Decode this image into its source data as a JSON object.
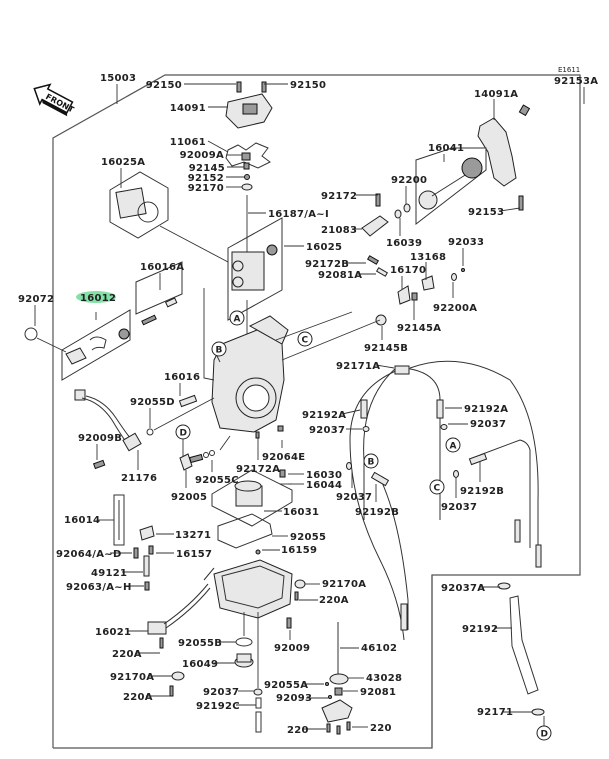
{
  "diagram": {
    "code": "E1611",
    "front_label": "FRONT",
    "assembly_label": "15003",
    "highlight_color": "#5bd68a",
    "highlighted_part": "16012",
    "callout_letters": [
      "A",
      "B",
      "C",
      "D"
    ],
    "parts": [
      {
        "id": "p92150a",
        "label": "92150"
      },
      {
        "id": "p92150b",
        "label": "92150"
      },
      {
        "id": "p14091",
        "label": "14091"
      },
      {
        "id": "p11061",
        "label": "11061"
      },
      {
        "id": "p92009A",
        "label": "92009A"
      },
      {
        "id": "p92145",
        "label": "92145"
      },
      {
        "id": "p92152",
        "label": "92152"
      },
      {
        "id": "p92170",
        "label": "92170"
      },
      {
        "id": "p16025A",
        "label": "16025A"
      },
      {
        "id": "p16187",
        "label": "16187/A~I"
      },
      {
        "id": "p16025",
        "label": "16025"
      },
      {
        "id": "p92153A",
        "label": "92153A"
      },
      {
        "id": "p14091A",
        "label": "14091A"
      },
      {
        "id": "p16041",
        "label": "16041"
      },
      {
        "id": "p92200",
        "label": "92200"
      },
      {
        "id": "p92172",
        "label": "92172"
      },
      {
        "id": "p92153",
        "label": "92153"
      },
      {
        "id": "p21083",
        "label": "21083"
      },
      {
        "id": "p16039",
        "label": "16039"
      },
      {
        "id": "p92033",
        "label": "92033"
      },
      {
        "id": "p92172B",
        "label": "92172B"
      },
      {
        "id": "p13168",
        "label": "13168"
      },
      {
        "id": "p16170",
        "label": "16170"
      },
      {
        "id": "p92081A",
        "label": "92081A"
      },
      {
        "id": "p92200A",
        "label": "92200A"
      },
      {
        "id": "p92145A",
        "label": "92145A"
      },
      {
        "id": "p92145B",
        "label": "92145B"
      },
      {
        "id": "p16016A",
        "label": "16016A"
      },
      {
        "id": "p92072",
        "label": "92072"
      },
      {
        "id": "p16012",
        "label": "16012"
      },
      {
        "id": "p92171A",
        "label": "92171A"
      },
      {
        "id": "p16016",
        "label": "16016"
      },
      {
        "id": "p92055D",
        "label": "92055D"
      },
      {
        "id": "p92192A_l",
        "label": "92192A"
      },
      {
        "id": "p92192A_r",
        "label": "92192A"
      },
      {
        "id": "p92037_a",
        "label": "92037"
      },
      {
        "id": "p92037_b",
        "label": "92037"
      },
      {
        "id": "p92009B",
        "label": "92009B"
      },
      {
        "id": "p92064E",
        "label": "92064E"
      },
      {
        "id": "p92172A",
        "label": "92172A"
      },
      {
        "id": "p16030",
        "label": "16030"
      },
      {
        "id": "p16044",
        "label": "16044"
      },
      {
        "id": "p21176",
        "label": "21176"
      },
      {
        "id": "p92055C",
        "label": "92055C"
      },
      {
        "id": "p92005",
        "label": "92005"
      },
      {
        "id": "p92037_c",
        "label": "92037"
      },
      {
        "id": "p92192B_m",
        "label": "92192B"
      },
      {
        "id": "p92192B_r",
        "label": "92192B"
      },
      {
        "id": "p92037_d",
        "label": "92037"
      },
      {
        "id": "p16014",
        "label": "16014"
      },
      {
        "id": "p16031",
        "label": "16031"
      },
      {
        "id": "p13271",
        "label": "13271"
      },
      {
        "id": "p92055",
        "label": "92055"
      },
      {
        "id": "p92064",
        "label": "92064/A~D"
      },
      {
        "id": "p16157",
        "label": "16157"
      },
      {
        "id": "p16159",
        "label": "16159"
      },
      {
        "id": "p49121",
        "label": "49121"
      },
      {
        "id": "p92063",
        "label": "92063/A~H"
      },
      {
        "id": "p92170A_r",
        "label": "92170A"
      },
      {
        "id": "p220A_r",
        "label": "220A"
      },
      {
        "id": "p92037A",
        "label": "92037A"
      },
      {
        "id": "p16021",
        "label": "16021"
      },
      {
        "id": "p92055B",
        "label": "92055B"
      },
      {
        "id": "p92009",
        "label": "92009"
      },
      {
        "id": "p46102",
        "label": "46102"
      },
      {
        "id": "p92192",
        "label": "92192"
      },
      {
        "id": "p220A_l1",
        "label": "220A"
      },
      {
        "id": "p16049",
        "label": "16049"
      },
      {
        "id": "p92170A_l",
        "label": "92170A"
      },
      {
        "id": "p92055A",
        "label": "92055A"
      },
      {
        "id": "p43028",
        "label": "43028"
      },
      {
        "id": "p220A_l2",
        "label": "220A"
      },
      {
        "id": "p92037_e",
        "label": "92037"
      },
      {
        "id": "p92081",
        "label": "92081"
      },
      {
        "id": "p92093",
        "label": "92093"
      },
      {
        "id": "p92192C",
        "label": "92192C"
      },
      {
        "id": "p92171",
        "label": "92171"
      },
      {
        "id": "p220_l",
        "label": "220"
      },
      {
        "id": "p220_r",
        "label": "220"
      }
    ]
  }
}
